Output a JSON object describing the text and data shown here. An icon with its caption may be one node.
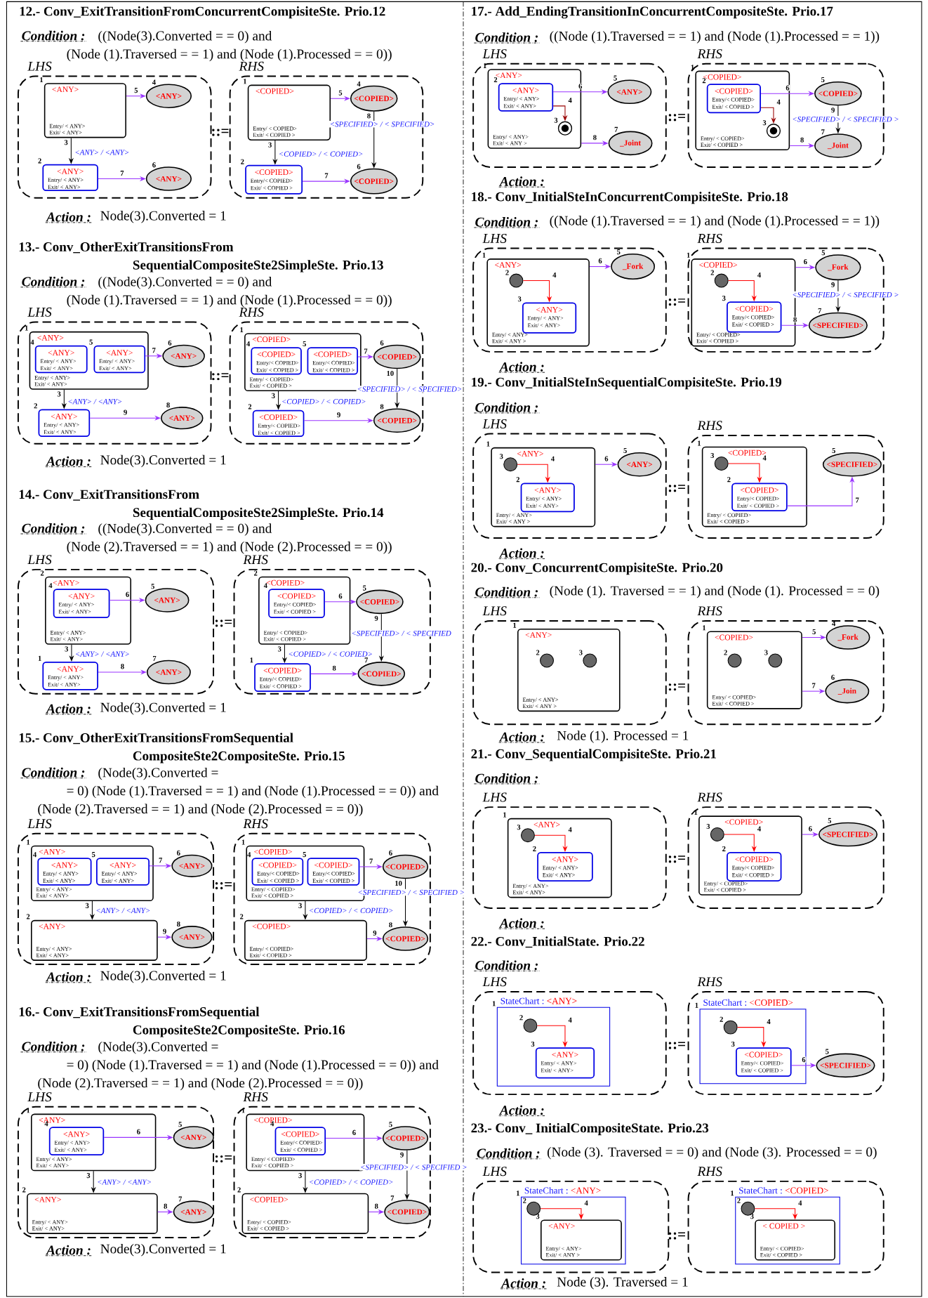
{
  "diagram": {
    "nodes": [
      {
        "text": [
          "LHS"
        ]
      },
      {
        "text": [
          "<ANY>",
          "Entry/ < ANY>",
          "Exit/ < ANY>"
        ],
        "in": 0,
        "beside": [
          "1"
        ]
      },
      {
        "text": [
          "<ANY>"
        ],
        "in": 0,
        "beside": [
          "4"
        ]
      },
      {
        "text": [
          "<ANY>",
          "Entry/ < ANY>",
          "Exit/ < ANY>"
        ],
        "in": 0,
        "beside": [
          "2"
        ]
      },
      {
        "text": [
          "<ANY>"
        ],
        "in": 0,
        "beside": [
          "6"
        ]
      },
      {
        "text": [
          "RHS"
        ]
      },
      {
        "text": [
          "<COPIED>",
          "Entry/ < COPIED>",
          "Exit/ < COPIED >"
        ],
        "in": 5,
        "beside": [
          "1"
        ]
      },
      {
        "text": [
          "<COPIED>"
        ],
        "in": 5,
        "beside": [
          "4"
        ]
      },
      {
        "text": [
          "<COPIED>",
          "Entry/< COPIED>",
          "Exit/ < COPIED >"
        ],
        "in": 5,
        "beside": [
          "2"
        ]
      },
      {
        "text": [
          "<COPIED>"
        ],
        "in": 5,
        "beside": [
          "6"
        ]
      },
      {
        "text": [
          "LHS"
        ]
      },
      {
        "text": [
          "<ANY>",
          "Entry/ < ANY>",
          "Exit/ < ANY>"
        ],
        "in": 10,
        "beside": [
          "1"
        ]
      },
      {
        "text": [
          "<ANY>",
          "Entry/ < ANY>",
          "Exit/ < ANY>"
        ],
        "in": 11,
        "beside": [
          "4"
        ]
      },
      {
        "text": [
          "<ANY>",
          "Entry/ < ANY>",
          "Exit/ < ANY>"
        ],
        "in": 11,
        "beside": [
          "5"
        ]
      },
      {
        "text": [
          "<ANY>"
        ],
        "in": 10,
        "beside": [
          "6"
        ]
      },
      {
        "text": [
          "<ANY>",
          "Entry/ < ANY>",
          "Exit/ < ANY>"
        ],
        "in": 10,
        "beside": [
          "2"
        ]
      },
      {
        "text": [
          "<ANY>"
        ],
        "in": 10,
        "beside": [
          "8"
        ]
      },
      {
        "text": [
          "RHS"
        ]
      },
      {
        "text": [
          "<COPIED>",
          "Entry/ < COPIED>",
          "Exit/ < COPIED >"
        ],
        "in": 17,
        "beside": [
          "1"
        ]
      },
      {
        "text": [
          "<COPIED>",
          "Entry/< COPIED>",
          "Exit/ < COPIED >"
        ],
        "in": 18,
        "beside": [
          "4"
        ]
      },
      {
        "text": [
          "<COPIED>",
          "Entry/< COPIED>",
          "Exit/ < COPIED >"
        ],
        "in": 18,
        "beside": [
          "5"
        ]
      },
      {
        "text": [
          "<COPIED>"
        ],
        "in": 17,
        "beside": [
          "6"
        ]
      },
      {
        "text": [
          "<COPIED>",
          "Entry/< COPIED>",
          "Exit/ < COPIED >"
        ],
        "in": 17,
        "beside": [
          "2"
        ]
      },
      {
        "text": [
          "<COPIED>"
        ],
        "in": 17,
        "beside": [
          "8"
        ]
      },
      {
        "text": [
          "LHS"
        ]
      },
      {
        "text": [
          "<ANY>",
          "Entry/ < ANY>",
          "Exit/ < ANY>"
        ],
        "in": 24,
        "beside": [
          "2"
        ]
      },
      {
        "text": [
          "<ANY>",
          "Entry/ < ANY>",
          "Exit/ < ANY>"
        ],
        "in": 25,
        "beside": [
          "4"
        ]
      },
      {
        "text": [
          "<ANY>"
        ],
        "in": 24,
        "beside": [
          "5"
        ]
      },
      {
        "text": [
          "<ANY>",
          "Entry/ < ANY>",
          "Exit/ < ANY>"
        ],
        "in": 24,
        "beside": [
          "1"
        ]
      },
      {
        "text": [
          "<ANY>"
        ],
        "in": 24,
        "beside": [
          "7"
        ]
      },
      {
        "text": [
          "RHS"
        ]
      },
      {
        "text": [
          "<COPIED>",
          "Entry/ < COPIED>",
          "Exit/ < COPIED >"
        ],
        "in": 30,
        "beside": [
          "2"
        ]
      },
      {
        "text": [
          "<COPIED>",
          "Entry/< COPIED>",
          "Exit/ < COPIED >"
        ],
        "in": 31,
        "beside": [
          "4"
        ]
      },
      {
        "text": [
          "<COPIED>"
        ],
        "in": 30,
        "beside": [
          "5"
        ]
      },
      {
        "text": [
          "<COPIED>",
          "Entry/< COPIED>",
          "Exit/ < COPIED >"
        ],
        "in": 30,
        "beside": [
          "1"
        ]
      },
      {
        "text": [
          "<COPIED>"
        ],
        "in": 30,
        "beside": [
          "7"
        ]
      },
      {
        "text": [
          "LHS"
        ]
      },
      {
        "text": [
          "<ANY>",
          "Entry/ < ANY>",
          "Exit/ < ANY>"
        ],
        "in": 36,
        "beside": [
          "1"
        ]
      },
      {
        "text": [
          "<ANY>",
          "Entry/ < ANY>",
          "Exit/ < ANY>"
        ],
        "in": 37,
        "beside": [
          "4"
        ]
      },
      {
        "text": [
          "<ANY>",
          "Entry/ < ANY>",
          "Exit/ < ANY>"
        ],
        "in": 37,
        "beside": [
          "5"
        ]
      },
      {
        "text": [
          "<ANY>"
        ],
        "in": 36,
        "beside": [
          "6"
        ]
      },
      {
        "text": [
          "<ANY>",
          "Entry/ < ANY>",
          "Exit/ < ANY>"
        ],
        "in": 36,
        "beside": [
          "2"
        ]
      },
      {
        "text": [
          "<ANY>"
        ],
        "in": 36,
        "beside": [
          "8"
        ]
      },
      {
        "text": [
          "RHS"
        ]
      },
      {
        "text": [
          "<COPIED>",
          "Entry/ < COPIED>",
          "Exit/ < COPIED >"
        ],
        "in": 43,
        "beside": [
          "1"
        ]
      },
      {
        "text": [
          "<COPIED>",
          "Entry/< COPIED>",
          "Exit/ < COPIED >"
        ],
        "in": 44,
        "beside": [
          "4"
        ]
      },
      {
        "text": [
          "<COPIED>",
          "Entry/< COPIED>",
          "Exit/ < COPIED >"
        ],
        "in": 44,
        "beside": [
          "5"
        ]
      },
      {
        "text": [
          "<COPIED>"
        ],
        "in": 43,
        "beside": [
          "6"
        ]
      },
      {
        "text": [
          "<COPIED>",
          "Entry/ < COPIED>",
          "Exit/ < COPIED >"
        ],
        "in": 43,
        "beside": [
          "2"
        ]
      },
      {
        "text": [
          "<COPIED>"
        ],
        "in": 43,
        "beside": [
          "8"
        ]
      },
      {
        "text": [
          "LHS"
        ]
      },
      {
        "text": [
          "<ANY>",
          "Entry/ < ANY>",
          "Exit/ < ANY>"
        ],
        "in": 50,
        "beside": [
          "1"
        ]
      },
      {
        "text": [
          "<ANY>",
          "Entry/ < ANY>",
          "Exit/ < ANY>"
        ],
        "in": 51,
        "beside": [
          "4"
        ]
      },
      {
        "text": [
          "<ANY>"
        ],
        "in": 50,
        "beside": [
          "5"
        ]
      },
      {
        "text": [
          "<ANY>",
          "Entry/ < ANY>",
          "Exit/ < ANY>"
        ],
        "in": 50,
        "beside": [
          "2"
        ]
      },
      {
        "text": [
          "<ANY>"
        ],
        "in": 50,
        "beside": [
          "7"
        ]
      },
      {
        "text": [
          "RHS"
        ]
      },
      {
        "text": [
          "<COPIED>",
          "Entry/ < COPIED>",
          "Exit/ < COPIED >"
        ],
        "in": 56,
        "beside": [
          "1"
        ]
      },
      {
        "text": [
          "<COPIED>",
          "Entry/< COPIED>",
          "Exit/ < COPIED >"
        ],
        "in": 57,
        "beside": [
          "4"
        ]
      },
      {
        "text": [
          "<COPIED>"
        ],
        "in": 56,
        "beside": [
          "5"
        ]
      },
      {
        "text": [
          "<COPIED>",
          "Entry/ < COPIED>",
          "Exit/ < COPIED >"
        ],
        "in": 56,
        "beside": [
          "2"
        ]
      },
      {
        "text": [
          "<COPIED>"
        ],
        "in": 56,
        "beside": [
          "7"
        ]
      },
      {
        "text": [
          "LHS"
        ]
      },
      {
        "text": [
          "<ANY>",
          "Entry/ < ANY>",
          "Exit/ < ANY >"
        ],
        "in": 62,
        "beside": [
          "1"
        ]
      },
      {
        "text": [
          "<ANY>",
          "Entry/ < ANY>",
          "Exit/ < ANY>"
        ],
        "in": 63,
        "beside": [
          "2"
        ]
      },
      {
        "text": [],
        "shape": "bullseye",
        "in": 63,
        "beside": [
          "3"
        ]
      },
      {
        "text": [
          "<ANY>"
        ],
        "in": 62,
        "beside": [
          "5"
        ]
      },
      {
        "text": [
          "_Joint"
        ],
        "in": 62,
        "beside": [
          "7"
        ]
      },
      {
        "text": [
          "RHS"
        ]
      },
      {
        "text": [
          "<COPIED>",
          "Entry/ < COPIED>",
          "Exit/ < COPIED >"
        ],
        "in": 68,
        "beside": [
          "1"
        ]
      },
      {
        "text": [
          "<COPIED>",
          "Entry/< COPIED>",
          "Exit/ < COPIED >"
        ],
        "in": 69,
        "beside": [
          "2"
        ]
      },
      {
        "text": [],
        "shape": "bullseye",
        "in": 69,
        "beside": [
          "3"
        ]
      },
      {
        "text": [
          "<COPIED>"
        ],
        "in": 68,
        "beside": [
          "5"
        ]
      },
      {
        "text": [
          "_Joint"
        ],
        "in": 68,
        "beside": [
          "7"
        ]
      },
      {
        "text": [
          "LHS"
        ]
      },
      {
        "text": [
          "<ANY>",
          "Entry/ < ANY>",
          "Exit/ < ANY >"
        ],
        "in": 74,
        "beside": [
          "1"
        ]
      },
      {
        "text": [],
        "shape": "circle",
        "in": 75,
        "beside": [
          "2"
        ]
      },
      {
        "text": [
          "<ANY>",
          "Entry/ < ANY>",
          "Exit/ < ANY>"
        ],
        "in": 75,
        "beside": [
          "3"
        ]
      },
      {
        "text": [
          "_Fork"
        ],
        "in": 74,
        "beside": [
          "5"
        ]
      },
      {
        "text": [
          "RHS"
        ]
      },
      {
        "text": [
          "<COPIED>",
          "Entry/ < COPIED>",
          "Exit/ < COPIED >"
        ],
        "in": 79,
        "beside": [
          "1"
        ]
      },
      {
        "text": [],
        "shape": "circle",
        "in": 80,
        "beside": [
          "2"
        ]
      },
      {
        "text": [
          "<COPIED>",
          "Entry/< COPIED>",
          "Exit/ < COPIED >"
        ],
        "in": 80,
        "beside": [
          "3"
        ]
      },
      {
        "text": [
          "_Fork"
        ],
        "in": 79,
        "beside": [
          "5"
        ]
      },
      {
        "text": [
          "<SPECIFIED>"
        ],
        "in": 79,
        "beside": [
          "7"
        ]
      },
      {
        "text": [
          "LHS"
        ]
      },
      {
        "text": [
          "<ANY>",
          "Entry/ < ANY>",
          "Exit/ < ANY >"
        ],
        "in": 85,
        "beside": [
          "1"
        ]
      },
      {
        "text": [],
        "shape": "circle",
        "in": 86,
        "beside": [
          "3"
        ]
      },
      {
        "text": [
          "<ANY>",
          "Entry/ < ANY>",
          "Exit/ < ANY>"
        ],
        "in": 86,
        "beside": [
          "2"
        ]
      },
      {
        "text": [
          "<ANY>"
        ],
        "in": 85,
        "beside": [
          "5"
        ]
      },
      {
        "text": [
          "RHS"
        ]
      },
      {
        "text": [
          "<COPIED>",
          "Entry/ < COPIED>",
          "Exit/ < COPIED >"
        ],
        "in": 90,
        "beside": [
          "1"
        ]
      },
      {
        "text": [],
        "shape": "circle",
        "in": 91,
        "beside": [
          "3"
        ]
      },
      {
        "text": [
          "<COPIED>",
          "Entry/< COPIED>",
          "Exit/ < COPIED >"
        ],
        "in": 91,
        "beside": [
          "2"
        ]
      },
      {
        "text": [
          "<SPECIFIED>"
        ],
        "in": 90,
        "beside": [
          "5"
        ]
      },
      {
        "text": [
          "LHS"
        ]
      },
      {
        "text": [
          "<ANY>",
          "Entry/ < ANY>",
          "Exit/ < ANY >"
        ],
        "in": 95,
        "beside": [
          "1"
        ]
      },
      {
        "text": [],
        "shape": "circle",
        "in": 96,
        "beside": [
          "2"
        ]
      },
      {
        "text": [],
        "shape": "circle",
        "in": 96,
        "beside": [
          "3"
        ]
      },
      {
        "text": [
          "RHS"
        ]
      },
      {
        "text": [
          "<COPIED>",
          "Entry/ < COPIED>",
          "Exit/ < COPIED >"
        ],
        "in": 99,
        "beside": [
          "1"
        ]
      },
      {
        "text": [],
        "shape": "circle",
        "in": 100,
        "beside": [
          "2"
        ]
      },
      {
        "text": [],
        "shape": "circle",
        "in": 100,
        "beside": [
          "3"
        ]
      },
      {
        "text": [
          "_Fork"
        ],
        "in": 99,
        "beside": [
          "4"
        ]
      },
      {
        "text": [
          "_Join"
        ],
        "in": 99,
        "beside": [
          "6"
        ]
      },
      {
        "text": [
          "LHS"
        ]
      },
      {
        "text": [
          "<ANY>",
          "Entry/ < ANY>",
          "Exit/ < ANY>"
        ],
        "in": 105,
        "beside": [
          "1"
        ]
      },
      {
        "text": [],
        "shape": "circle",
        "in": 106,
        "beside": [
          "3"
        ]
      },
      {
        "text": [
          "<ANY>",
          "Entry/ < ANY>",
          "Exit/ < ANY>"
        ],
        "in": 106,
        "beside": [
          "2"
        ]
      },
      {
        "text": [
          "RHS"
        ]
      },
      {
        "text": [
          "<COPIED>",
          "Entry/ < COPIED>",
          "Exit/ < COPIED >"
        ],
        "in": 109,
        "beside": [
          "1"
        ]
      },
      {
        "text": [],
        "shape": "circle",
        "in": 110,
        "beside": [
          "3"
        ]
      },
      {
        "text": [
          "<COPIED>",
          "Entry/< COPIED>",
          "Exit/ < COPIED >"
        ],
        "in": 110,
        "beside": [
          "2"
        ]
      },
      {
        "text": [
          "<SPECIFIED>"
        ],
        "in": 109,
        "beside": [
          "5"
        ]
      },
      {
        "text": [
          "LHS"
        ]
      },
      {
        "text": [
          "StateChart :",
          "<ANY>"
        ],
        "in": 114,
        "beside": [
          "1"
        ]
      },
      {
        "text": [],
        "shape": "circle",
        "in": 115,
        "beside": [
          "2"
        ]
      },
      {
        "text": [
          "<ANY>",
          "Entry/ < ANY>",
          "Exit/ < ANY>"
        ],
        "in": 115,
        "beside": [
          "3"
        ]
      },
      {
        "text": [
          "RHS"
        ]
      },
      {
        "text": [
          "StateChart :",
          "<COPIED>"
        ],
        "in": 118,
        "beside": [
          "1"
        ]
      },
      {
        "text": [],
        "shape": "circle",
        "in": 119,
        "beside": [
          "2"
        ]
      },
      {
        "text": [
          "<COPIED>",
          "Entry/< COPIED>",
          "Exit/ < COPIED >"
        ],
        "in": 119,
        "beside": [
          "3"
        ]
      },
      {
        "text": [
          "<SPECIFIED>"
        ],
        "in": 118,
        "beside": [
          "5"
        ]
      },
      {
        "text": [
          "LHS"
        ]
      },
      {
        "text": [
          "StateChart :",
          "<ANY>"
        ],
        "in": 123,
        "beside": [
          "1"
        ]
      },
      {
        "text": [],
        "shape": "circle",
        "in": 124,
        "beside": [
          "2"
        ]
      },
      {
        "text": [
          "<ANY>",
          "Entry/ < ANY>",
          "Exit/ < ANY >"
        ],
        "in": 124,
        "beside": [
          "3"
        ]
      },
      {
        "text": [
          "RHS"
        ]
      },
      {
        "text": [
          "StateChart :",
          "<COPIED>"
        ],
        "in": 127,
        "beside": [
          "1"
        ]
      },
      {
        "text": [],
        "shape": "circle",
        "in": 128,
        "beside": [
          "2"
        ]
      },
      {
        "text": [
          "< COPIED >",
          "Entry/ < COPIED>",
          "Exit/ < COPIED >"
        ],
        "in": 128,
        "beside": [
          "3"
        ]
      }
    ],
    "edges": [
      {
        "from": 1,
        "to": 2,
        "arrow": "to",
        "label": "5"
      },
      {
        "from": 1,
        "to": 3,
        "arrow": "to",
        "label": "3",
        "color": "#000000"
      },
      {
        "from": 3,
        "to": 4,
        "arrow": "to",
        "label": "7"
      },
      {
        "from": 6,
        "to": 7,
        "arrow": "to",
        "label": "5"
      },
      {
        "from": 6,
        "to": 8,
        "arrow": "to",
        "label": "3",
        "color": "#000000"
      },
      {
        "from": 7,
        "to": 9,
        "arrow": "to",
        "label": "8",
        "color": "#000000"
      },
      {
        "from": 8,
        "to": 9,
        "arrow": "to",
        "label": "7"
      },
      {
        "from": 13,
        "to": 14,
        "arrow": "to",
        "label": "7"
      },
      {
        "from": 11,
        "to": 15,
        "arrow": "to",
        "label": "3",
        "color": "#000000"
      },
      {
        "from": 15,
        "to": 16,
        "arrow": "to",
        "label": "9"
      },
      {
        "from": 20,
        "to": 21,
        "arrow": "to",
        "label": "7"
      },
      {
        "from": 18,
        "to": 22,
        "arrow": "to",
        "label": "3",
        "color": "#000000"
      },
      {
        "from": 21,
        "to": 23,
        "arrow": "to",
        "label": "10",
        "color": "#000000"
      },
      {
        "from": 22,
        "to": 23,
        "arrow": "to",
        "label": "9"
      },
      {
        "from": 26,
        "to": 27,
        "arrow": "to",
        "label": "6"
      },
      {
        "from": 25,
        "to": 28,
        "arrow": "to",
        "label": "3",
        "color": "#000000"
      },
      {
        "from": 28,
        "to": 29,
        "arrow": "to",
        "label": "8"
      },
      {
        "from": 32,
        "to": 33,
        "arrow": "to",
        "label": "6"
      },
      {
        "from": 31,
        "to": 34,
        "arrow": "to",
        "label": "3",
        "color": "#000000"
      },
      {
        "from": 33,
        "to": 35,
        "arrow": "to",
        "label": "9",
        "color": "#000000"
      },
      {
        "from": 34,
        "to": 35,
        "arrow": "to",
        "label": "8"
      },
      {
        "from": 39,
        "to": 40,
        "arrow": "to",
        "label": "7"
      },
      {
        "from": 37,
        "to": 41,
        "arrow": "to",
        "label": "3",
        "color": "#000000"
      },
      {
        "from": 41,
        "to": 42,
        "arrow": "to",
        "label": "9"
      },
      {
        "from": 46,
        "to": 47,
        "arrow": "to",
        "label": "7"
      },
      {
        "from": 44,
        "to": 48,
        "arrow": "to",
        "label": "3",
        "color": "#000000"
      },
      {
        "from": 47,
        "to": 49,
        "arrow": "to",
        "label": "10",
        "color": "#000000"
      },
      {
        "from": 48,
        "to": 49,
        "arrow": "to",
        "label": "9"
      },
      {
        "from": 52,
        "to": 53,
        "arrow": "to",
        "label": "6"
      },
      {
        "from": 51,
        "to": 54,
        "arrow": "to",
        "label": "3",
        "color": "#000000"
      },
      {
        "from": 54,
        "to": 55,
        "arrow": "to",
        "label": "8"
      },
      {
        "from": 58,
        "to": 59,
        "arrow": "to",
        "label": "6"
      },
      {
        "from": 57,
        "to": 60,
        "arrow": "to",
        "label": "3",
        "color": "#000000"
      },
      {
        "from": 59,
        "to": 61,
        "arrow": "to",
        "label": "9",
        "color": "#000000"
      },
      {
        "from": 60,
        "to": 61,
        "arrow": "to",
        "label": "8"
      },
      {
        "from": 64,
        "to": 66,
        "arrow": "to",
        "label": "6"
      },
      {
        "from": 64,
        "to": 65,
        "arrow": "to",
        "label": "4",
        "color": "#990000"
      },
      {
        "from": 63,
        "to": 67,
        "arrow": "to",
        "label": "8"
      },
      {
        "from": 70,
        "to": 72,
        "arrow": "to",
        "label": "6"
      },
      {
        "from": 70,
        "to": 71,
        "arrow": "to",
        "label": "4",
        "color": "#990000"
      },
      {
        "from": 72,
        "to": 73,
        "arrow": "to",
        "label": "9",
        "color": "#000000"
      },
      {
        "from": 69,
        "to": 73,
        "arrow": "to",
        "label": "8"
      },
      {
        "from": 76,
        "to": 77,
        "arrow": "to",
        "label": "4",
        "color": "#ff0000"
      },
      {
        "from": 75,
        "to": 78,
        "arrow": "to",
        "label": "6"
      },
      {
        "from": 81,
        "to": 82,
        "arrow": "to",
        "label": "4",
        "color": "#ff0000"
      },
      {
        "from": 80,
        "to": 83,
        "arrow": "to",
        "label": "6"
      },
      {
        "from": 83,
        "to": 84,
        "arrow": "to",
        "label": "9",
        "color": "#000000"
      },
      {
        "from": 82,
        "to": 84,
        "arrow": "to",
        "label": "8"
      },
      {
        "from": 87,
        "to": 88,
        "arrow": "to",
        "label": "4",
        "color": "#ff0000"
      },
      {
        "from": 86,
        "to": 89,
        "arrow": "to",
        "label": "6"
      },
      {
        "from": 92,
        "to": 93,
        "arrow": "to",
        "label": "4",
        "color": "#ff0000"
      },
      {
        "from": 93,
        "to": 94,
        "arrow": "to",
        "label": "7"
      },
      {
        "from": 100,
        "to": 103,
        "arrow": "to",
        "label": "5"
      },
      {
        "from": 100,
        "to": 104,
        "arrow": "to",
        "label": "7"
      },
      {
        "from": 107,
        "to": 108,
        "arrow": "to",
        "label": "4",
        "color": "#ff0000"
      },
      {
        "from": 111,
        "to": 112,
        "arrow": "to",
        "label": "4",
        "color": "#ff0000"
      },
      {
        "from": 110,
        "to": 113,
        "arrow": "to",
        "label": "6"
      },
      {
        "from": 116,
        "to": 117,
        "arrow": "to",
        "label": "4",
        "color": "#ff0000"
      },
      {
        "from": 120,
        "to": 121,
        "arrow": "to",
        "label": "4",
        "color": "#ff0000"
      },
      {
        "from": 121,
        "to": 122,
        "arrow": "to",
        "label": "6"
      },
      {
        "from": 125,
        "to": 126,
        "arrow": "to",
        "label": "4",
        "color": "#ff0000"
      },
      {
        "from": 129,
        "to": 130,
        "arrow": "to",
        "label": "4",
        "color": "#ff0000"
      }
    ],
    "labels": [
      "12.- Conv_ExitTransitionFromConcurrentCompisiteSte. Prio.12",
      "Condition :",
      "((Node(3).Converted = = 0) and (Node (1).Traversed = = 1) and (Node (1).Processed = = 0))",
      "::=",
      "<ANY> / <ANY>",
      "<COPIED> / < COPIED>",
      "<SPECIFIED> / < SPECIFIED>",
      "Action :",
      "Node(3).Converted =  1",
      "13.- Conv_OtherExitTransitionsFrom SequentialCompositeSte2SimpleSte. Prio.13",
      "Condition :",
      "((Node(3).Converted = = 0) and (Node (1).Traversed = = 1) and (Node (1).Processed = = 0))",
      "::=",
      "<ANY> / <ANY>",
      "<COPIED> / < COPIED>",
      "<SPECIFIED> / < SPECIFIED>",
      "Action :",
      "Node(3).Converted =  1",
      "14.- Conv_ExitTransitionsFrom SequentialCompositeSte2SimpleSte. Prio.14",
      "Condition :",
      "((Node(3).Converted = = 0) and (Node (2).Traversed = = 1) and (Node (2).Processed = = 0))",
      "::=",
      "<ANY> / <ANY>",
      "<COPIED> / < COPIED>",
      "<SPECIFIED> / < SPECIFIED",
      "Action :",
      "Node(3).Converted =  1",
      "15.- Conv_OtherExitTransitionsFromSequential CompositeSte2CompositeSte. Prio.15",
      "Condition :",
      "(Node(3).Converted = = 0) (Node (1).Traversed = = 1) and (Node (1).Processed = = 0)) and (Node (2).Traversed = = 1) and (Node (2).Processed = = 0))",
      "::=",
      "<ANY> / <ANY>",
      "<COPIED> / < COPIED>",
      "<SPECIFIED> / < SPECIFIED >",
      "Action :",
      "Node(3).Converted =  1",
      "16.- Conv_ExitTransitionsFromSequential CompositeSte2CompositeSte. Prio.16",
      "Condition :",
      "(Node(3).Converted = = 0) (Node (1).Traversed = = 1) and (Node (1).Processed = = 0)) and (Node (2).Traversed = = 1) and (Node (2).Processed = = 0))",
      "::=",
      "<ANY> / <ANY>",
      "<COPIED> / < COPIED>",
      "<SPECIFIED> / < SPECIFIED >",
      "Action :",
      "Node(3).Converted =  1",
      "17.- Add_EndingTransitionInConcurrentCompositeSte. Prio.17",
      "Condition :",
      "((Node (1).Traversed = = 1) and (Node (1).Processed = = 1))",
      "::=",
      "<SPECIFIED> / < SPECIFIED >",
      "Action :",
      "18.- Conv_InitialSteInConcurrentCompisiteSte. Prio.18",
      "Condition :",
      "((Node (1).Traversed = = 1) and (Node (1).Processed = = 1))",
      "::=",
      "<SPECIFIED> / < SPECIFIED >",
      "Action :",
      "19.- Conv_InitialSteInSequentialCompisiteSte. Prio.19",
      "Condition :",
      "::=",
      "Action :",
      "20.- Conv_ConcurrentCompisiteSte. Prio.20",
      "Condition :",
      "(Node (1). Traversed = = 1) and (Node (1). Processed = = 0)",
      "::=",
      "Action :",
      "Node (1). Processed  =  1",
      "21.- Conv_SequentialCompisiteSte. Prio.21",
      "Condition :",
      "::=",
      "Action :",
      "22.- Conv_InitialState. Prio.22",
      "Condition :",
      "::=",
      "Action :",
      "23.- Conv_ InitialCompositeState. Prio.23",
      "Condition :",
      "(Node (3). Traversed = = 0) and (Node (3). Processed = = 0)",
      "::=",
      "Action :",
      "Node (3). Traversed = 1"
    ]
  }
}
